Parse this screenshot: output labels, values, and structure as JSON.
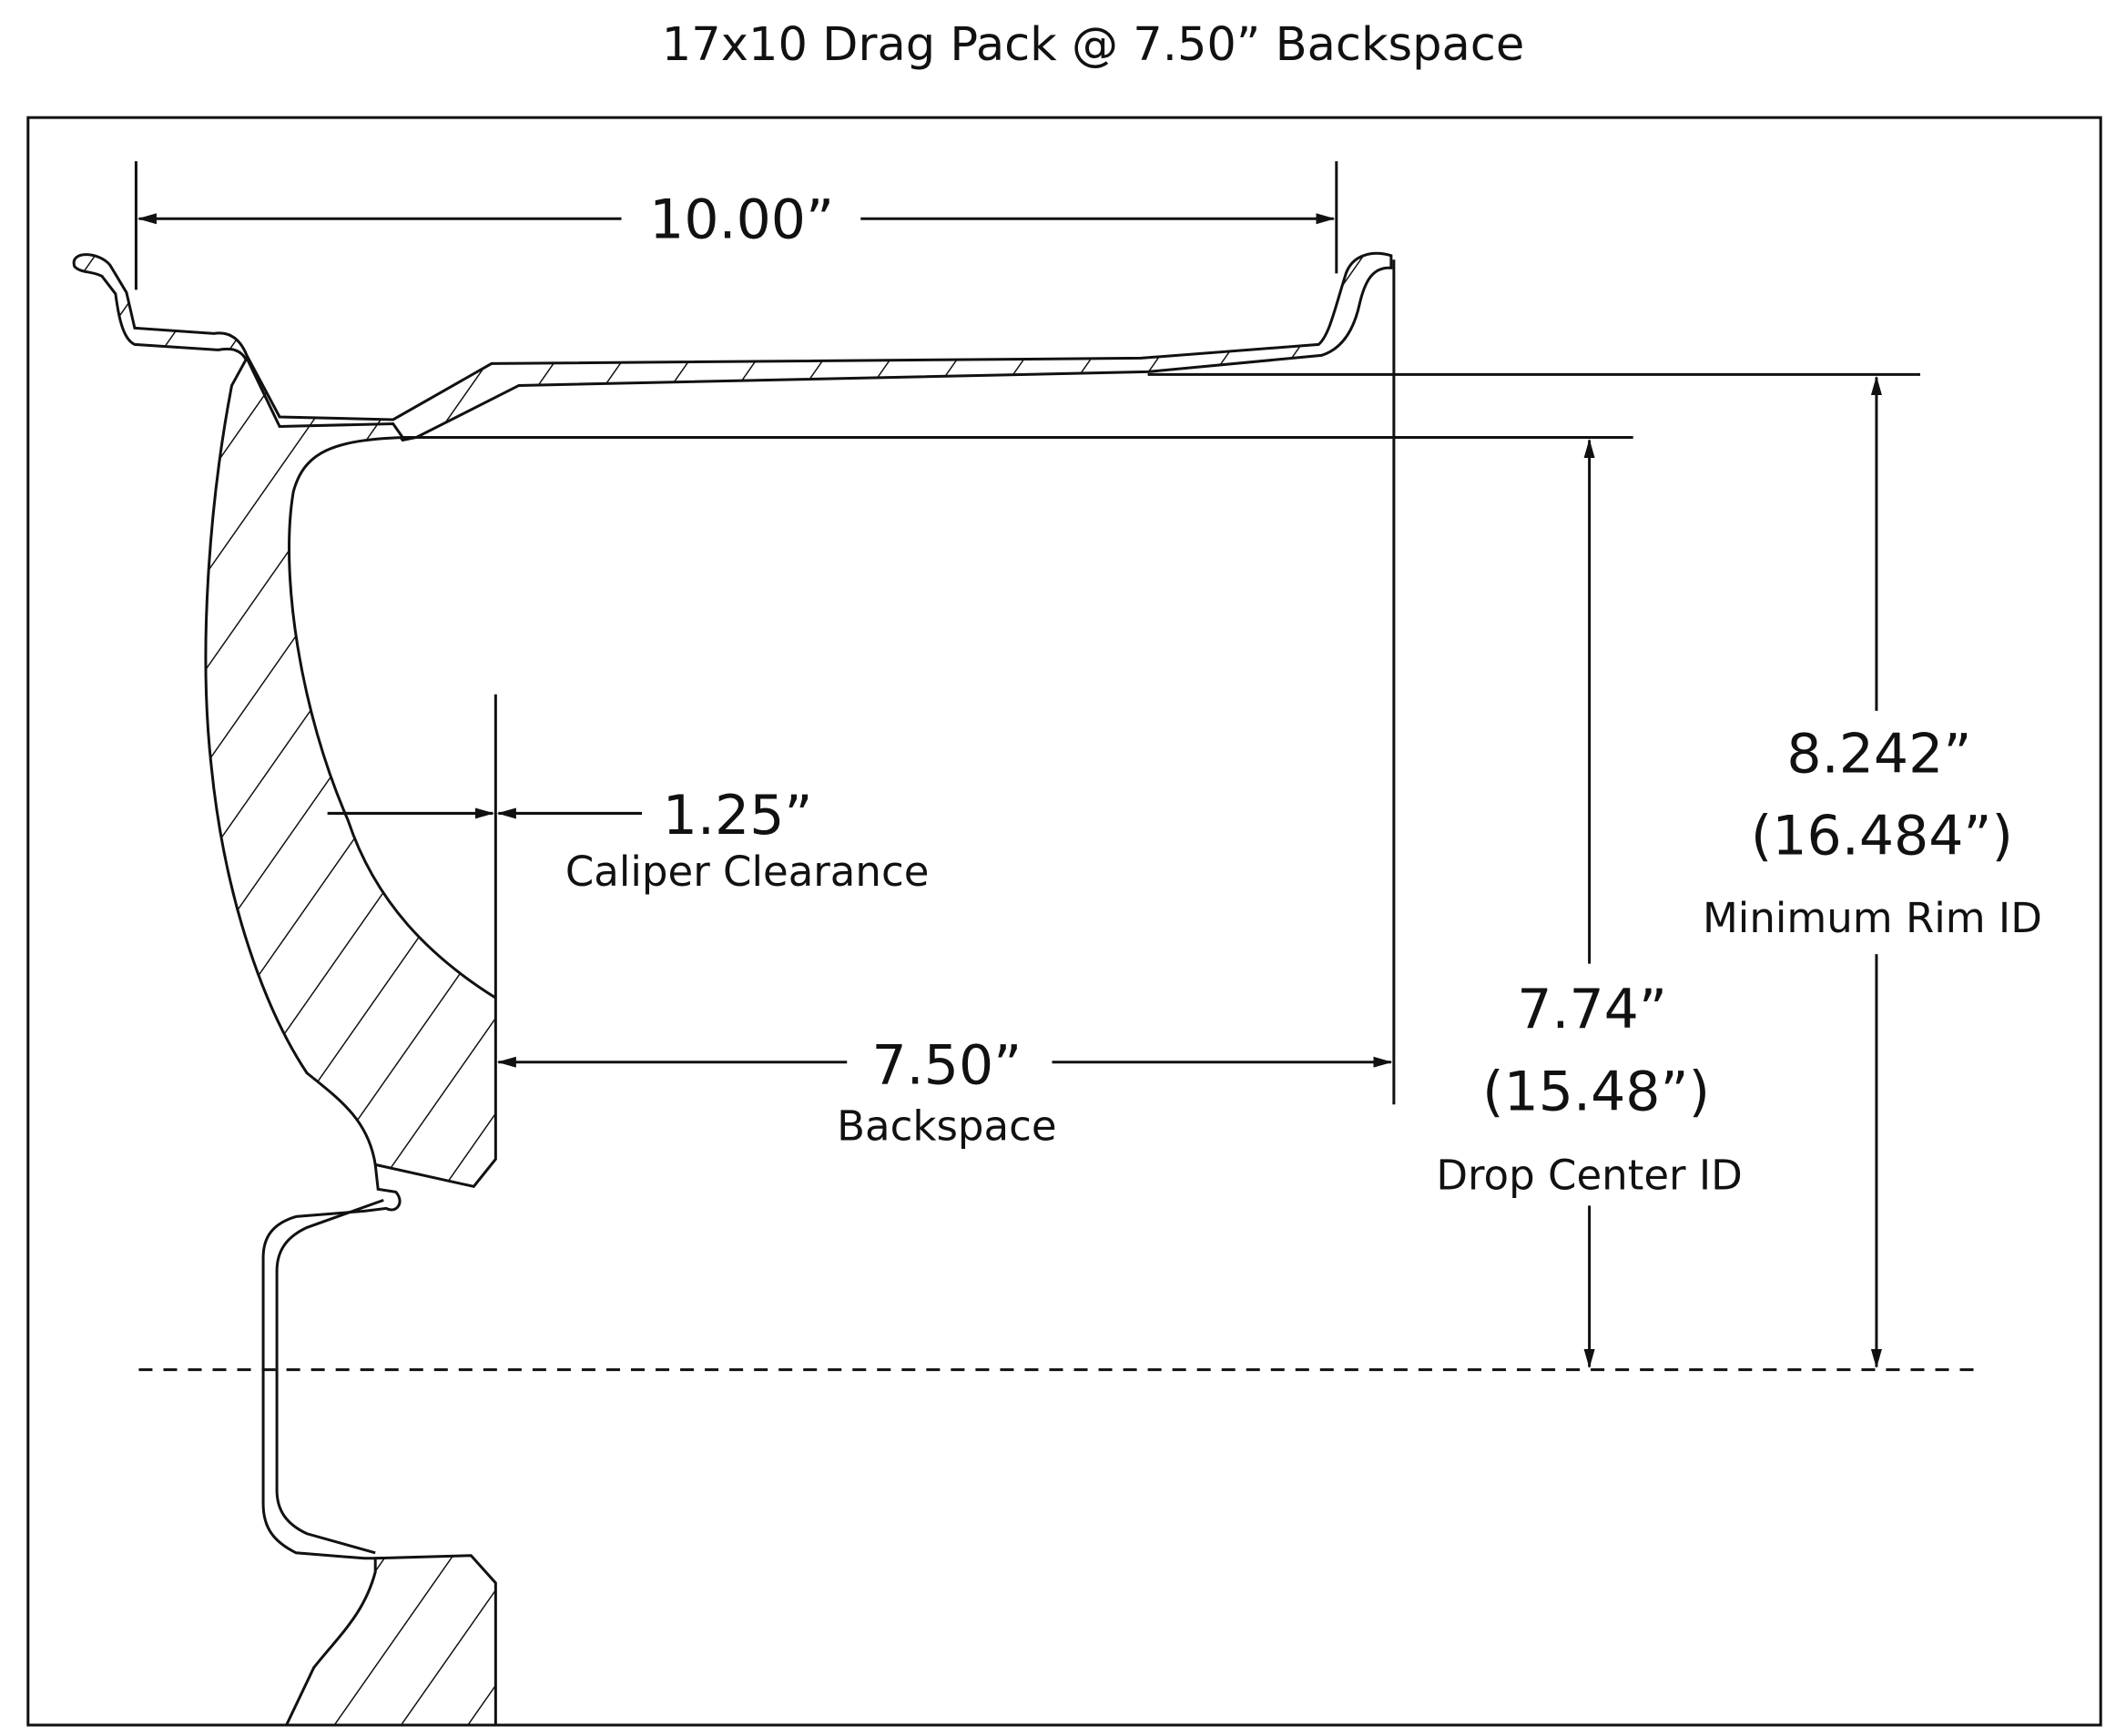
{
  "title": "17x10 Drag Pack @ 7.50” Backspace",
  "dimensions": {
    "rim_width": {
      "value": "10.00”"
    },
    "caliper": {
      "value": "1.25”",
      "label": "Caliper Clearance"
    },
    "backspace": {
      "value": "7.50”",
      "label": "Backspace"
    },
    "drop_center": {
      "value": "7.74”",
      "diameter": "(15.48”)",
      "label": "Drop Center ID"
    },
    "min_rim": {
      "value": "8.242”",
      "diameter": "(16.484”)",
      "label": "Minimum Rim ID"
    }
  }
}
